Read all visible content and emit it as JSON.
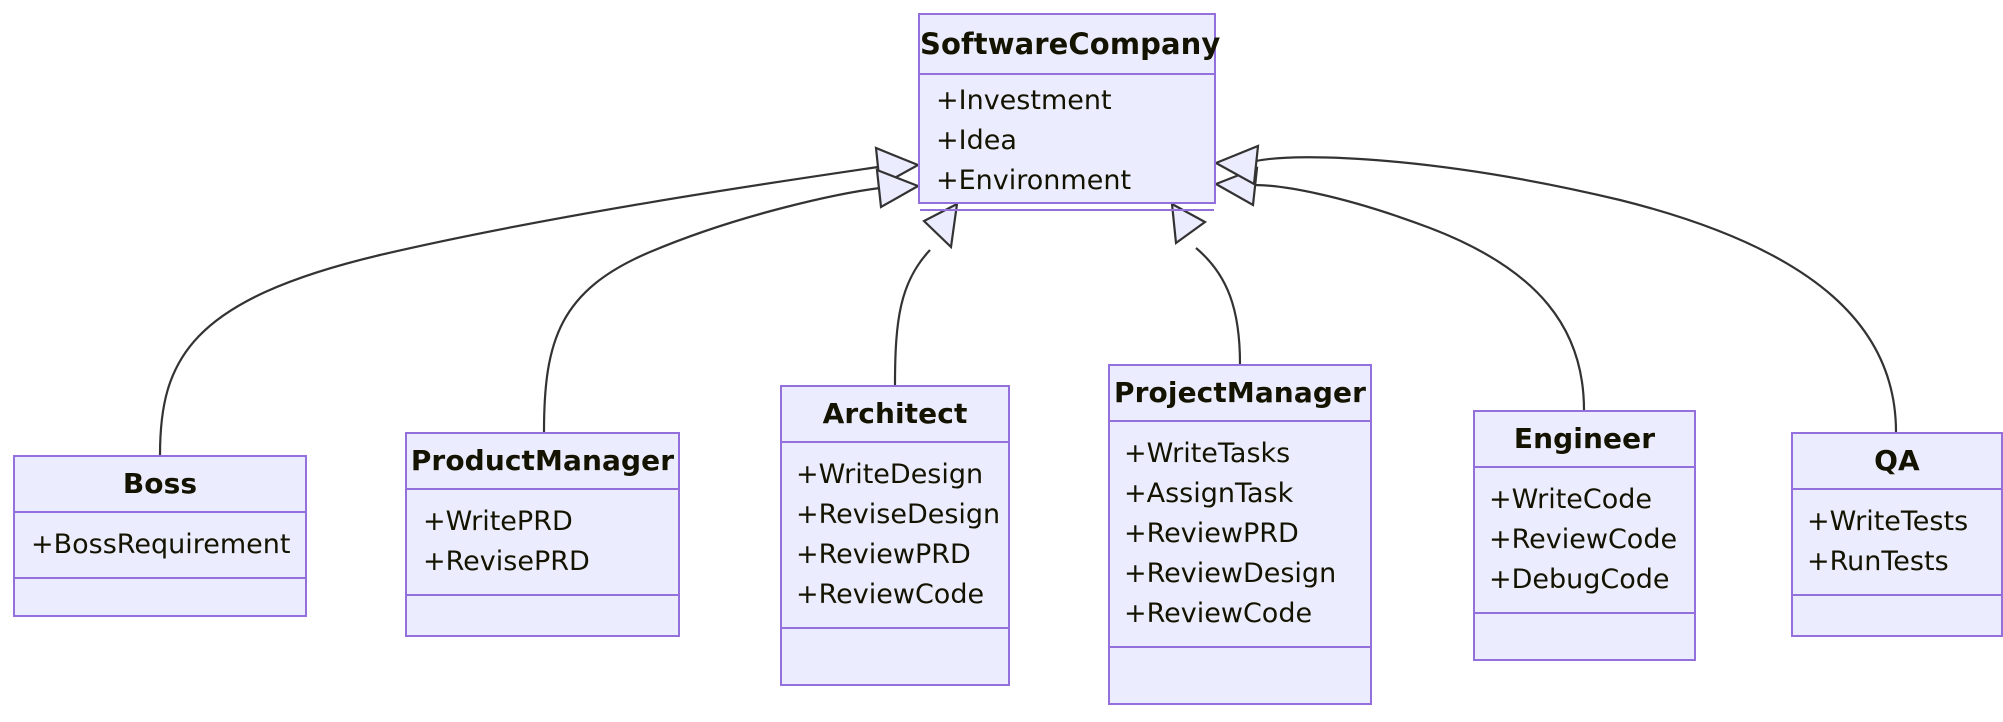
{
  "diagram": {
    "type": "uml-class-diagram",
    "title": "",
    "relationship_type": "generalization",
    "colors": {
      "node_fill": "#ECECFF",
      "node_border": "#9370DB",
      "edge_stroke": "#333333",
      "text": "#131300",
      "background": "#FFFFFF"
    }
  },
  "classes": [
    {
      "id": "softwarecompany",
      "name": "SoftwareCompany",
      "attributes": [
        "+Investment",
        "+Idea",
        "+Environment"
      ],
      "methods": []
    },
    {
      "id": "boss",
      "name": "Boss",
      "attributes": [
        "+BossRequirement"
      ],
      "methods": []
    },
    {
      "id": "productmanager",
      "name": "ProductManager",
      "attributes": [
        "+WritePRD",
        "+RevisePRD"
      ],
      "methods": []
    },
    {
      "id": "architect",
      "name": "Architect",
      "attributes": [
        "+WriteDesign",
        "+ReviseDesign",
        "+ReviewPRD",
        "+ReviewCode"
      ],
      "methods": []
    },
    {
      "id": "projectmanager",
      "name": "ProjectManager",
      "attributes": [
        "+WriteTasks",
        "+AssignTask",
        "+ReviewPRD",
        "+ReviewDesign",
        "+ReviewCode"
      ],
      "methods": []
    },
    {
      "id": "engineer",
      "name": "Engineer",
      "attributes": [
        "+WriteCode",
        "+ReviewCode",
        "+DebugCode"
      ],
      "methods": []
    },
    {
      "id": "qa",
      "name": "QA",
      "attributes": [
        "+WriteTests",
        "+RunTests"
      ],
      "methods": []
    }
  ],
  "relationships": [
    {
      "from": "boss",
      "to": "softwarecompany",
      "kind": "generalization"
    },
    {
      "from": "productmanager",
      "to": "softwarecompany",
      "kind": "generalization"
    },
    {
      "from": "architect",
      "to": "softwarecompany",
      "kind": "generalization"
    },
    {
      "from": "projectmanager",
      "to": "softwarecompany",
      "kind": "generalization"
    },
    {
      "from": "engineer",
      "to": "softwarecompany",
      "kind": "generalization"
    },
    {
      "from": "qa",
      "to": "softwarecompany",
      "kind": "generalization"
    }
  ]
}
